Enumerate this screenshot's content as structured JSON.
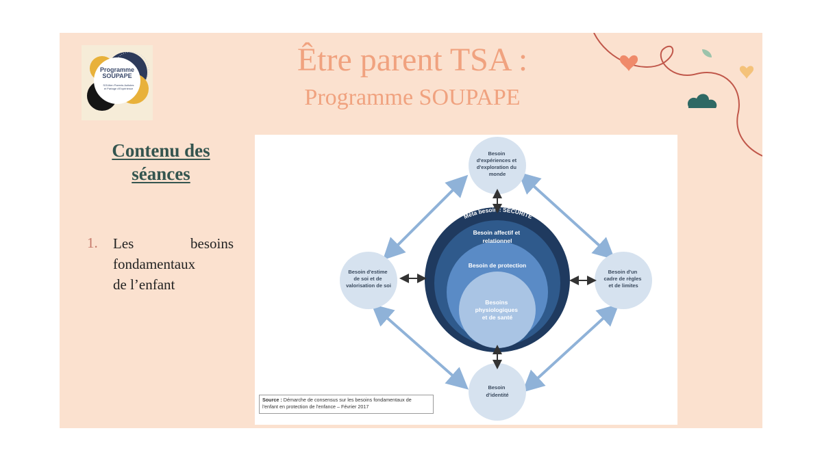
{
  "logo": {
    "line1": "Programme",
    "line2": "SOUPAPE",
    "sub1": "SOUtien Parents Autistes",
    "sub2": "et Partage d'Expérience"
  },
  "title": {
    "line1": "Être parent TSA :",
    "line2": "Programme SOUPAPE"
  },
  "section": {
    "heading_line1": "Contenu des",
    "heading_line2": "séances"
  },
  "list": {
    "number": "1.",
    "line1": "Les besoins",
    "line2": "fondamentaux",
    "line3": "de l’enfant"
  },
  "diagram": {
    "ring_label": "Méta besoin : SÉCURITÉ",
    "layer_affectif": [
      "Besoin affectif et",
      "relationnel"
    ],
    "layer_protection": [
      "Besoin de protection"
    ],
    "layer_physio": [
      "Besoins",
      "physiologiques",
      "et de santé"
    ],
    "node_top": [
      "Besoin",
      "d'expériences et",
      "d'exploration du",
      "monde"
    ],
    "node_left": [
      "Besoin d'estime",
      "de soi et de",
      "valorisation de soi"
    ],
    "node_right": [
      "Besoin d'un",
      "cadre de règles",
      "et de limites"
    ],
    "node_bottom": [
      "Besoin",
      "d'identité"
    ],
    "source_label": "Source :",
    "source_text1": "Démarche de consensus sur les besoins fondamentaux de",
    "source_text2": "l'enfant en protection de l'enfance – Février 2017"
  },
  "colors": {
    "slide_bg": "#fbe1cf",
    "title": "#f0a27f",
    "heading": "#34554f",
    "node_fill": "#d6e2ef",
    "ring_outer": "#1f3a5f",
    "ring_mid": "#2f5a8c",
    "ring_inner": "#5a8bc6",
    "core": "#a9c4e4",
    "arrow": "#8fb2d8"
  }
}
